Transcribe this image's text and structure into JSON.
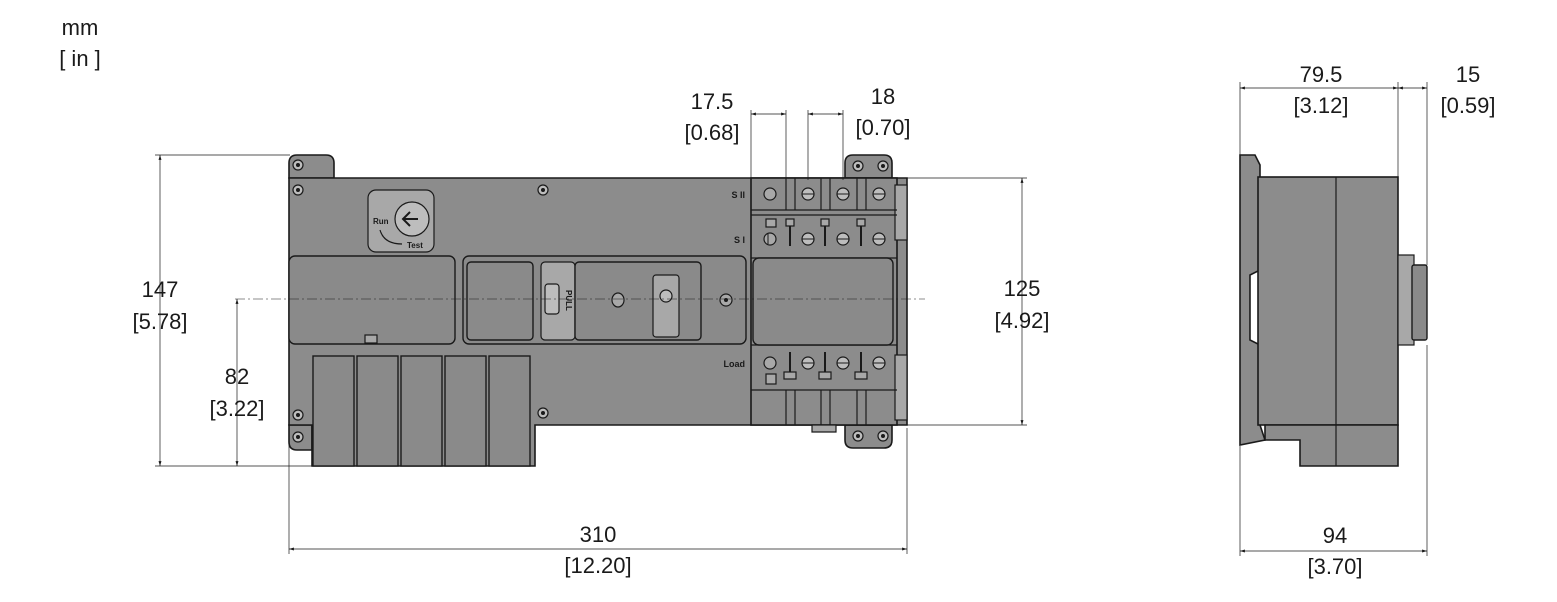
{
  "units": {
    "primary": "mm",
    "secondary": "[ in ]"
  },
  "front_view": {
    "labels": {
      "run": "Run",
      "test": "Test",
      "s2": "S II",
      "s1": "S I",
      "load": "Load",
      "pull": "PULL"
    },
    "dimensions": {
      "height_total": {
        "mm": "147",
        "in": "[5.78]"
      },
      "height_center": {
        "mm": "82",
        "in": "[3.22]"
      },
      "width_total": {
        "mm": "310",
        "in": "[12.20]"
      },
      "terminal_height": {
        "mm": "125",
        "in": "[4.92]"
      },
      "terminal_pitch_a": {
        "mm": "17.5",
        "in": "[0.68]"
      },
      "terminal_pitch_b": {
        "mm": "18",
        "in": "[0.70]"
      }
    }
  },
  "side_view": {
    "dimensions": {
      "depth_body": {
        "mm": "79.5",
        "in": "[3.12]"
      },
      "depth_handle": {
        "mm": "15",
        "in": "[0.59]"
      },
      "depth_total": {
        "mm": "94",
        "in": "[3.70]"
      }
    }
  }
}
